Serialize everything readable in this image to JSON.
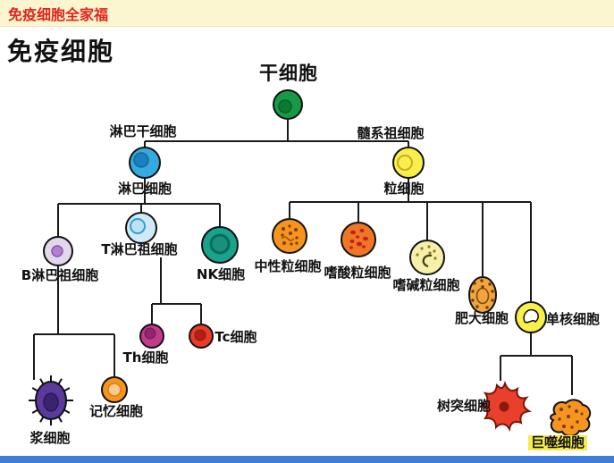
{
  "banner": {
    "title": "免疫细胞全家福"
  },
  "diagram": {
    "title": "免疫细胞",
    "nodes": {
      "stem": {
        "label": "干细胞",
        "color": "#169a47"
      },
      "lymphoid_stem": {
        "label": "淋巴干细胞",
        "color": "#35aade"
      },
      "myeloid": {
        "label": "髓系祖细胞",
        "color": "#f8ef4a"
      },
      "lymphocyte": {
        "label": "淋巴细胞"
      },
      "granulocyte": {
        "label": "粒细胞"
      },
      "b_progenitor": {
        "label": "B淋巴祖细胞",
        "color": "#e3d7ec"
      },
      "t_progenitor": {
        "label": "T淋巴祖细胞",
        "color": "#cfeaf6"
      },
      "nk": {
        "label": "NK细胞",
        "color": "#19a38d"
      },
      "neutrophil": {
        "label": "中性粒细胞",
        "color": "#f7941e"
      },
      "eosinophil": {
        "label": "嗜酸粒细胞",
        "color": "#ef7622"
      },
      "basophil": {
        "label": "嗜碱粒细胞",
        "color": "#f6f0a8"
      },
      "mast": {
        "label": "肥大细胞",
        "color": "#f2a53e"
      },
      "monocyte": {
        "label": "单核细胞",
        "color": "#f8ef4a"
      },
      "th": {
        "label": "Th细胞",
        "color": "#c23a8c"
      },
      "tc": {
        "label": "Tc细胞",
        "color": "#e73c28"
      },
      "plasma": {
        "label": "浆细胞",
        "color": "#5b3a9e"
      },
      "memory": {
        "label": "记忆细胞",
        "color": "#f7941e"
      },
      "dendritic": {
        "label": "树突细胞",
        "color": "#e8402a"
      },
      "macrophage": {
        "label": "巨噬细胞",
        "color": "#f79420"
      }
    }
  }
}
